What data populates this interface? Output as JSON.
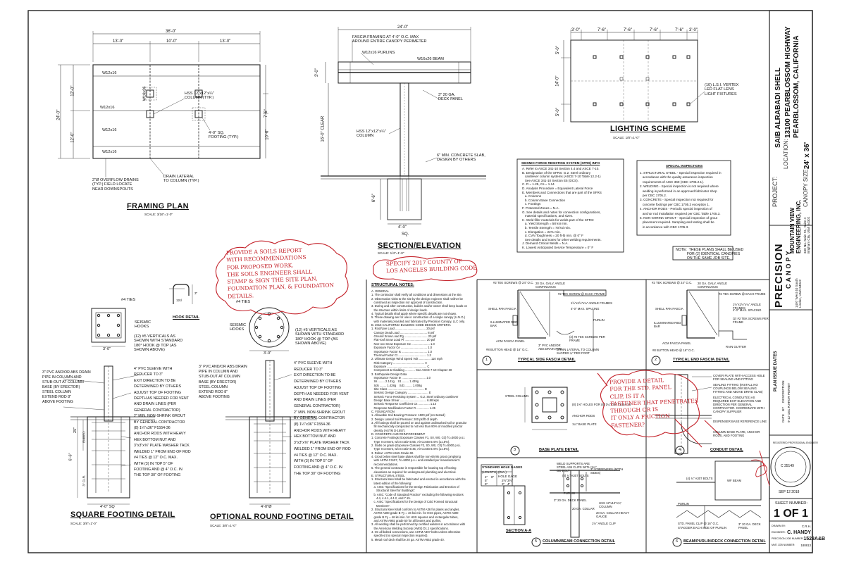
{
  "plan_titles": {
    "framing_plan": "FRAMING PLAN",
    "section": "SECTION/ELEVATION",
    "lighting": "LIGHTING SCHEME",
    "square_footing": "SQUARE FOOTING DETAIL",
    "round_footing": "OPTIONAL ROUND FOOTING DETAIL",
    "hook": "HOOK DETAIL"
  },
  "scales": {
    "framing": "SCALE: 3/16\"=1'-0\"",
    "section": "SCALE: 1/4\"=1'-0\"",
    "lighting": "SCALE: 1/8\"=1'-0\"",
    "square": "SCALE: 3/8\"=1'-0\"",
    "round": "SCALE: 3/8\"=1'-0\""
  },
  "framing_plan": {
    "dims_top": [
      "36'-0\"",
      "13'-0\"",
      "10'-0\"",
      "13'-0\""
    ],
    "dims_left": [
      "24'-0\"",
      "12'-0\"",
      "12'-0\""
    ],
    "dims_right": [
      "7'-6\"",
      "10'-6\""
    ],
    "beams": [
      "W12x16",
      "W12x16",
      "W12x16",
      "W12x16",
      "W16x26"
    ],
    "notes": {
      "column": "HSS 12\"x12\"x¼\"\nCOLUMN (TYP.)",
      "footing": "4'-0\" SQ.\nFOOTING (TYP.)",
      "drain": "DRAIN LATERAL\nTO COLUMN (TYP.)",
      "overflow": "2\"Ø OVERFLOW DRAINS\n(TYP.) FIELD LOCATE\nNEAR DOWNSPOUTS"
    }
  },
  "section": {
    "dim_top": "24'-0\"",
    "fascia": "FASCIA FRAMING AT 4'-0\" O.C. MAX\nAROUND ENTIRE CANOPY PERIMETER",
    "purlins": "W12x16 PURLINS",
    "beam": "W16x26 BEAM",
    "deck": "3\" 20 GA.\nDECK PANEL",
    "column": "HSS 12\"x12\"x¼\"\nCOLUMN",
    "slab": "6\" MIN. CONCRETE SLAB,\nDESIGN BY OTHERS",
    "clear": "16'-0\" CLEAR",
    "height": "3'-0\"",
    "depth": "6'-6\"",
    "width": "4'-0\"",
    "sq": "SQ."
  },
  "lighting": {
    "dims_top": [
      "3'-0\"",
      "7'-6\"",
      "7'-6\"",
      "7'-6\"",
      "7'-6\"",
      "3'-0\""
    ],
    "dims_left": [
      "5'-0\"",
      "14'-0\"",
      "5'-0\""
    ],
    "fixtures": "(10) L.S.I. VERTEX\nLED FLAT LENS\nLIGHT FIXTURES"
  },
  "seismic": {
    "title": "SEISMIC FORCE RESISTING SYSTEM (SFRS) INFO",
    "lines": [
      "A. Refer to ASCE 341-10 Section 4.4 and ASCE 7-10.",
      "B. Designation of the SFRS: G.2. Steel ordinary",
      "   cantilever column systems (ASCE 7-10 Table 12.2-1)",
      "   See ASCE 341-10 Section E5 (DCS).",
      "C. R = 1.25, Cs = 1.14",
      "D. Analysis Procedure = Equivalent Lateral Force",
      "E. Members and Connections that are part of the SFRS",
      "   a. Columns",
      "   b. Column Base Connection",
      "   c. Footings",
      "F. Protected Zones = N.A.",
      "G. See details and notes for connection configurations,",
      "   material specifications, and sizes.",
      "H. Weld filler materials for welds part of the SFRS:",
      "   a. Yield Strength = 58 ksi min.",
      "   b. Tensile Strength = 70 ksi min.",
      "   c. Elongation = 22% min.",
      "   d. CVN Toughness = 20 ft-lb min. @ 0° F",
      "   See details and notes for other welding requirements.",
      "J. Demand Critical Welds = N.A.",
      "K. Lowest Anticipated Service Temperature = 0° F"
    ]
  },
  "special": {
    "title": "SPECIAL INSPECTIONS",
    "lines": [
      "1. STRUCTURAL STEEL - Special inspection required in",
      "   accordance with the quality assurance inspection",
      "   requirements of AISC 360 (CBC 1705.2.1).",
      "2. WELDING - Special inspection is not required where",
      "   welding is performed in an approved fabricator shop",
      "   per CBC 1705.2.",
      "3. CONCRETE - Special inspection not required for",
      "   concrete footings per CBC 1705.3 exception 1.",
      "4. ANCHOR RODS - Periodic special inspection of",
      "   anchor rod installation required per CBC Table 1705.3.",
      "5. NON-SHRINK GROUT - Special inspection of grout",
      "   placement required. Sampling and testing shall be",
      "   in accordance with CBC 1705.3."
    ]
  },
  "plans_note": "NOTE:  THESE PLANS SHALL BE USED\n           FOR (2) IDENTICAL CANOPIES\n           ON THE SAME JOB SITE.",
  "structural_notes": {
    "title": "STRUCTURAL NOTES:",
    "lines": [
      "A. GENERAL",
      "1. The contractor shall verify all conditions and dimensions at the site.",
      "2. Observation visits to the site by the design engineer shall neither be",
      "   construed as inspection nor approval of construction.",
      "3. During and after construction, builder and/or owner shall keep loads on",
      "   the structure within limits of design loads.",
      "4. Typical details shall apply where specific details are not shown.",
      "5. These drawing are for use in construction of a single canopy (U.N.O.)",
      "   with materials provided and fabricated by Precision Canopy, LLC only.",
      "B. 2016 CALIFORNIA BUILDING CODE DESIGN CRITERIA",
      "1. Roof/Live Load ..................................... 20 psf",
      "   Canopy Dead Load ................................. 8 psf",
      "   Ground Snow Load Pg ............................ 20 psf",
      "   Flat-roof Snow Load Pf .......................... 20 psf",
      "   Non-occ Snow Exposure Ce ...................... 1.0",
      "   Exposure Factor Ce ................................ 1.0",
      "   Importance Factor Is ............................... 1.0",
      "   Thermal Factor Ct .................................. 1.2",
      "2. Ultimate Design Wind Speed Vult .............. 110 mph",
      "   Risk Category ...................................... II",
      "   Exposure ................................................ C",
      "   Component & Cladding ............ See ASCE 7-10 Chapter 30",
      "3. Earthquake Design Data",
      "   Importance Factor Ie ............................. 1.0",
      "   Ss ........ 2.141g    S1 ........ 1.439g",
      "   Sds ........ 1.428g    Sd1 ........ 1.008g",
      "   Site Class ............................................ D",
      "   Seismic Design Category ......................... E",
      "   Seismic Force Resisting System ... G.2. Steel ordinary cantilever",
      "   Design Base Shear ................................ 6.88 kips",
      "   Seismic Response Coefficient Cs .............. 1.14",
      "   Response Modification Factor R ............... 1.25",
      "C. FOUNDATION",
      "1. Allowable Soil Bearing Pressure: 1500 psf (not tested)",
      "2. Design Lateral Soil Pressure: 200 psf/ft of depth",
      "3. All footings shall be poured on and against undisturbed soil or granular",
      "   fill mechanically compacted to not less than 90% of modified proctor",
      "   density (ASTM D-1557).",
      "D. CONCRETE AND REINFORCEMENT",
      "1. Concrete Footings (Exposure Classes F1, S0, W0, C0) f'c=3000 p.s.i.",
      "   Type II cement, w/cm ratio<0.55, Air Content=5% (±1.5%).",
      "2. Slabs on grade (Exposure Classes F2, S0, W0, C0) f'c=5000 p.s.i.",
      "   Type II cement, w/cm ratio<0.45, Air Content=6% (±1.5%).",
      "3. Rebar: ASTM A615 Grade 60.",
      "4. Grout below steel base plates shall be non-shrink grout complying",
      "   with ASTM C1107, f'c=5000 p.s.i. and installed per manufacturer's",
      "   recommendations.",
      "5. The general contractor is responsible for locating top of footing",
      "   elevations as required for underground plumbing and electrical.",
      "E. STRUCTURAL STEEL",
      "1. Structural steel shall be fabricated and erected in accordance with the",
      "   latest edition of the following:",
      "   a. AISC \"Specifications for the Design Fabrication and Erection of",
      "      Structural Steel for Buildings\".",
      "   b. AISC \"Code of Standard Practice\" excluding the following sections",
      "      4.4, 4.4.1, 4.4.2, and 7.15.",
      "   c. AISC \"Specifications for the Design of Cold Formed Structural",
      "      Members\".",
      "2. Structural steel shall conform to ASTM A36 for plates and angles,",
      "   ASTM A500 grade B Fy = 46 ksi min. for HSS pipes, ASTM A500",
      "   grade B Fy = 46 ksi min. for HSS squares and rectangular tubes,",
      "   and ASTM A992 grade 50 for all beams and purlins.",
      "3. All welding shall be performed by certified welders in accordance with",
      "   the American Welding Society (AWS) D1.1 specifications.",
      "4. On all bolted connections, use ASTM A307 bolts unless otherwise",
      "   specified (no special inspection required).",
      "5. Metal roof deck shall be 20 ga. ASTM A653 grade 40."
    ]
  },
  "hook": {
    "dims": [
      "3\"",
      "12d"
    ]
  },
  "square_footing": {
    "ties_top": "#4 TIES",
    "seismic": "SEISMIC\nHOOKS",
    "verticals": "(12) #5 VERTICALS AS\nSHOWN WITH STANDARD\n180° HOOK @ TOP (AS\nSHOWN ABOVE)",
    "width": "3'-0\"",
    "left_notes": [
      "3\" PVC AND/OR ABS DRAIN",
      "PIPE IN COLUMN AND",
      "STUB-OUT AT COLUMN",
      "BASE (BY ERECTOR)",
      "",
      "STEEL COLUMN",
      "",
      "EXTEND ROD 8\"",
      "ABOVE FOOTING"
    ],
    "right_notes": [
      "4\" PVC SLEEVE WITH",
      "REDUCER TO 3\"",
      "EXIT DIRECTION TO BE",
      "DETERMINED BY OTHERS",
      "ADJUST TOP OF FOOTING",
      "DEPTH AS NEEDED FOR VENT",
      "AND DRAIN LINES (PER",
      "GENERAL CONTRACTOR)",
      "",
      "2\" MIN. NON-SHRINK GROUT",
      "BY GENERAL CONTRACTOR",
      "(8) 1¼\"x36\" F1554-36",
      "ANCHOR RODS WITH HEAVY",
      "HEX BOTTOM NUT AND",
      "3\"x3\"x⅜\" PLATE WASHER TACK",
      "WELDED 1\" FROM END OF ROD",
      "",
      "#4 TIES @ 12\" O.C. MAX.",
      "WITH (3) IN TOP 5\" OF",
      "FOOTING AND @ 4\" O.C. IN",
      "THE TOP 30\" OF FOOTING"
    ],
    "dims": [
      "6'-6\"",
      "25\"",
      "EMBED",
      "3\" CLR.",
      "4'-0\" SQ"
    ]
  },
  "round_footing": {
    "ties_top": "#4 TIES",
    "seismic": "SEISMIC\nHOOKS",
    "verticals": "(12) #5 VERTICALS AS\nSHOWN WITH STANDARD\n180° HOOK @ TOP (AS\nSHOWN ABOVE)",
    "width": "3'-0\"",
    "left_notes": [
      "3\" PVC AND/OR ABS DRAIN",
      "PIPE IN COLUMN AND",
      "STUB-OUT AT COLUMN",
      "BASE (BY ERECTOR)",
      "",
      "STEEL COLUMN",
      "",
      "EXTEND ROD 8\"",
      "ABOVE FOOTING"
    ],
    "right_notes": [
      "4\" PVC SLEEVE WITH",
      "REDUCER TO 3\"",
      "EXIT DIRECTION TO BE",
      "DETERMINED BY OTHERS",
      "ADJUST TOP OF FOOTING",
      "DEPTH AS NEEDED FOR VENT",
      "AND DRAIN LINES (PER",
      "GENERAL CONTRACTOR)",
      "",
      "2\" MIN. NON-SHRINK GROUT",
      "BY GENERAL CONTRACTOR",
      "(8) 1¼\"x36\" F1554-36",
      "ANCHOR RODS WITH HEAVY",
      "HEX BOTTOM NUT AND",
      "3\"x3\"x⅜\" PLATE WASHER TACK",
      "WELDED 1\" FROM END OF ROD",
      "",
      "#4 TIES @ 12\" O.C. MAX.",
      "WITH (3) IN TOP 5\" OF",
      "FOOTING AND @ 4\" O.C. IN",
      "THE TOP 30\" OF FOOTING"
    ],
    "dims": [
      "4'-0\"Ø"
    ]
  },
  "details": [
    {
      "num": "1",
      "title": "TYPICAL SIDE FASCIA DETAIL"
    },
    {
      "num": "2",
      "title": "TYPICAL END FASCIA DETAIL"
    },
    {
      "num": "3",
      "title": "BASE PLATE DETAIL"
    },
    {
      "num": "4",
      "title": "CONDUIT DETAIL"
    },
    {
      "num": "5",
      "title": "COLUMN/BEAM CONNECTION DETAIL"
    },
    {
      "num": "6",
      "title": "BEAM/PURLIN/DECK CONNECTION DETAIL"
    }
  ],
  "section_aa": "SECTION A-A",
  "bolt_table": {
    "title": "STANDARD HOLE GAGES",
    "head": [
      "(LENGTH) (DIA.)",
      "HOLE GAGE"
    ],
    "rows": [
      [
        "4\"",
        "2½\""
      ],
      [
        "5\"",
        "3\""
      ],
      [
        "6\"",
        "3½\""
      ],
      [
        "8\"",
        "4\""
      ]
    ]
  },
  "detail_notes": {
    "d1": [
      "#2 TEK SCREWS @ 24\" O.C.",
      "20 GA. GALV. ANGLE CONTINUOUS",
      "#2 TEK SCREW @ EACH FRAME",
      "SHELL PAN FASCIA",
      "1½\"x1½\"x⅛\" ANGLE FRAMES",
      "4'-0\" MAX. SPACING",
      "ILLUMINATED RED BAR",
      "PURLIN",
      "ACM FASCIA PANEL",
      "(2) #2 TEK SCREWS PER FRAME",
      "3\" PVC AND/OR ABS DRAIN PIPE",
      "DRAIN LATERAL TO COLUMN SLOPED ¼\" PER FOOT",
      "#8 BUTTON HEAD @ 16\" O.C."
    ],
    "d2": [
      "#2 TEK SCREWS @ 24\" O.C.",
      "20 GA. GALV. ANGLE CONTINUOUS",
      "#2 TEK SCREW @ EACH FRAME",
      "SHELL PAN FASCIA",
      "1½\"x1½\"x⅛\" ANGLE FRAMES",
      "4'-0\" MAX. SPACING",
      "ILLUMINATED RED BAR",
      "(2) #2 TEK SCREWS PER FRAME",
      "ACM FASCIA PANEL",
      "RAIN GUTTER",
      "#8 BUTTON HEAD @ 16\" O.C."
    ],
    "d3": [
      "STEEL COLUMN",
      "(8) 1⅜\" HOLES FOR (8) 1¼\"x36\" F1554-36",
      "ANCHOR RODS",
      "1¼\" BASE PLATE"
    ],
    "d4": [
      "COVER PLATE WITH ACCESS HOLE FOR SEALING AND FITTING",
      "SEALING FITTING (INSTALL NO COUPLINGS BELOW SEALING FITTING AND ABOVE DRIVE SLAB)",
      "ELECTRICAL CONDUIT(S) AS REQUIRED EXIT ELEVATION AND DIRECTION PER GENERAL CONTRACTOR. COORDINATE WITH CANOPY SUPPLIER",
      "DISPENSER BASE REFERENCE LINE",
      "COLUMN BASE PLATE, ANCHOR RODS, AND FOOTING"
    ],
    "d5": [
      "WELD SUPPORTS ARE STEEL A36 CLIPS WITH 1¼\" OD BOLT",
      "3\" STIFFENERS (BOTH SIDES)",
      "(8) ¾\" A307 BOLTS",
      "3\" 20 GA. DECK PANEL",
      "PURLIN",
      "20 GA. COLLAR",
      "HSS 12\"x12\"x¼\" COLUMN",
      "20 GA. COLLAR HEAVY GAUGE",
      "1½\" ANGLE CLIP"
    ],
    "d6": [
      "(4) ¾\" A307 BOLTS",
      "WF BEAM",
      "PURLIN",
      "STD. PANEL CLIP @ 16\" O.C.",
      "STAGGER EACH SIDE OF PURLIN",
      "3\" 20 GA. DECK PANEL"
    ]
  },
  "handwriting": {
    "soils": "PROVIDE A SOILS REPORT\nWITH RECOMMENDATIONS\nFOR PROPOSED WORK.\nTHE SOILS ENGINEER SHALL\nSTAMP & SIGN THE SITE PLAN,\nFOUNDATION PLAN, & FOUNDATION\nDETAILS.",
    "county": "SPECIFY 2017 COUNTY OF\nLOS ANGELES BUILDING CODE",
    "panel": "PROVIDE A DETAIL\nFOR THE STD. PANEL\nCLIP, IS IT A\nFASTENER THAT PENETRATES\nTHROUGH OR IS\nIT ONLY A FRICTION\nFASTENER?"
  },
  "title_block": {
    "project_label": "PROJECT:",
    "project": "SAIB ALRABADI SHELL",
    "location_label": "LOCATION:",
    "location1": "13100 PEARBLOSSOM HIGHWAY",
    "location2": "PEARBLOSSOM, CALIFORNIA",
    "size_label": "CANOPY SIZE:",
    "size": "24' x 36'",
    "company": "MOUNTAIN VIEW\nENGINEERING, INC.",
    "company_addr": "340 No. Main St., Suite 4\nBrigham City, Utah 84302",
    "brand_top": "PRECISION",
    "brand_bottom": "CANOPY",
    "brand_addr": "1497 West 40 South\nLindon, Utah 84042",
    "issue_title": "PLAN ISSUE DATES",
    "issue_head": [
      "DATE",
      "BY",
      "DESCRIPTION"
    ],
    "issue_row": [
      "9-12-18",
      "C.R.H.",
      "FOR PERMIT"
    ],
    "stamp_text": "C 35149",
    "stamp_ring": "REGISTERED PROFESSIONAL ENGINEER",
    "stamp_date": "SEP 12 2018",
    "sheet_label": "SHEET NUMBER:",
    "sheet": "1 OF 1",
    "info": [
      [
        "DRAWN BY:",
        "C.R.H."
      ],
      [
        "ENGINEER:",
        "C. HANDY"
      ],
      [
        "PRECISION JOB NUMBER:",
        "1528A&B"
      ],
      [
        "MVE JOB NUMBER:",
        "180813"
      ]
    ]
  }
}
